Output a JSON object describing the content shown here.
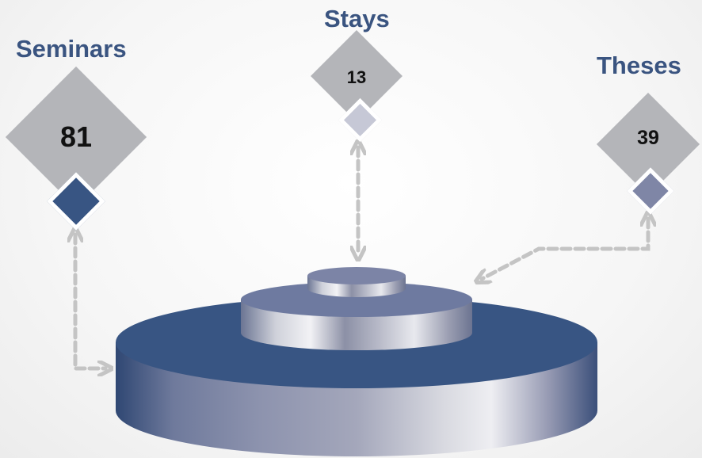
{
  "items": [
    {
      "label": "Seminars",
      "value": "81",
      "marker_color": "#385583"
    },
    {
      "label": "Stays",
      "value": "13",
      "marker_color": "#c6c8d6"
    },
    {
      "label": "Theses",
      "value": "39",
      "marker_color": "#7f86a6"
    }
  ],
  "colors": {
    "diamond": "#b4b5b9",
    "connector": "#c4c4c4",
    "base_top": "#385583",
    "tier_top": "#6e7aa0",
    "label": "#3a5480"
  }
}
